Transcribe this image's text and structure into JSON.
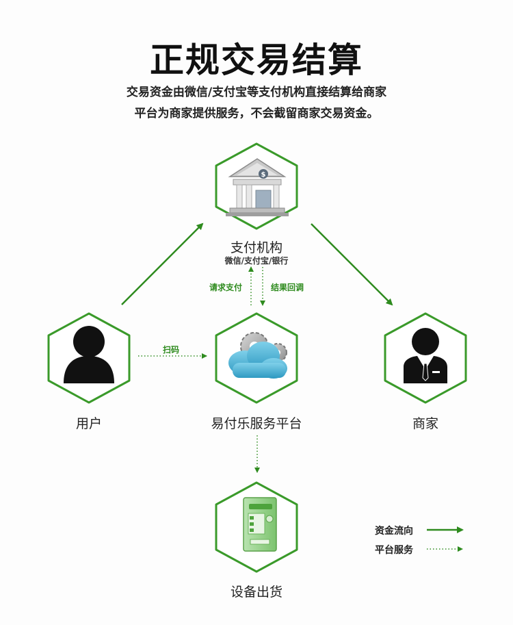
{
  "title": "正规交易结算",
  "subtitle": {
    "line1": "交易资金由微信/支付宝等支付机构直接结算给商家",
    "line2": "平台为商家提供服务，不会截留商家交易资金。"
  },
  "nodes": {
    "payment_institution": {
      "label": "支付机构",
      "sublabel": "微信/支付宝/银行",
      "icon": "bank-icon"
    },
    "user": {
      "label": "用户",
      "icon": "user-icon"
    },
    "platform": {
      "label": "易付乐服务平台",
      "icon": "cloud-gear-icon"
    },
    "merchant": {
      "label": "商家",
      "icon": "businessman-icon"
    },
    "device": {
      "label": "设备出货",
      "icon": "vending-machine-icon"
    }
  },
  "edges": {
    "request_pay": "请求支付",
    "result_callback": "结果回调",
    "scan": "扫码"
  },
  "legend": {
    "fund_flow": "资金流向",
    "platform_service": "平台服务"
  },
  "colors": {
    "accent": "#2e8b1e",
    "hex_border": "#3a9a2a",
    "text": "#222222"
  }
}
